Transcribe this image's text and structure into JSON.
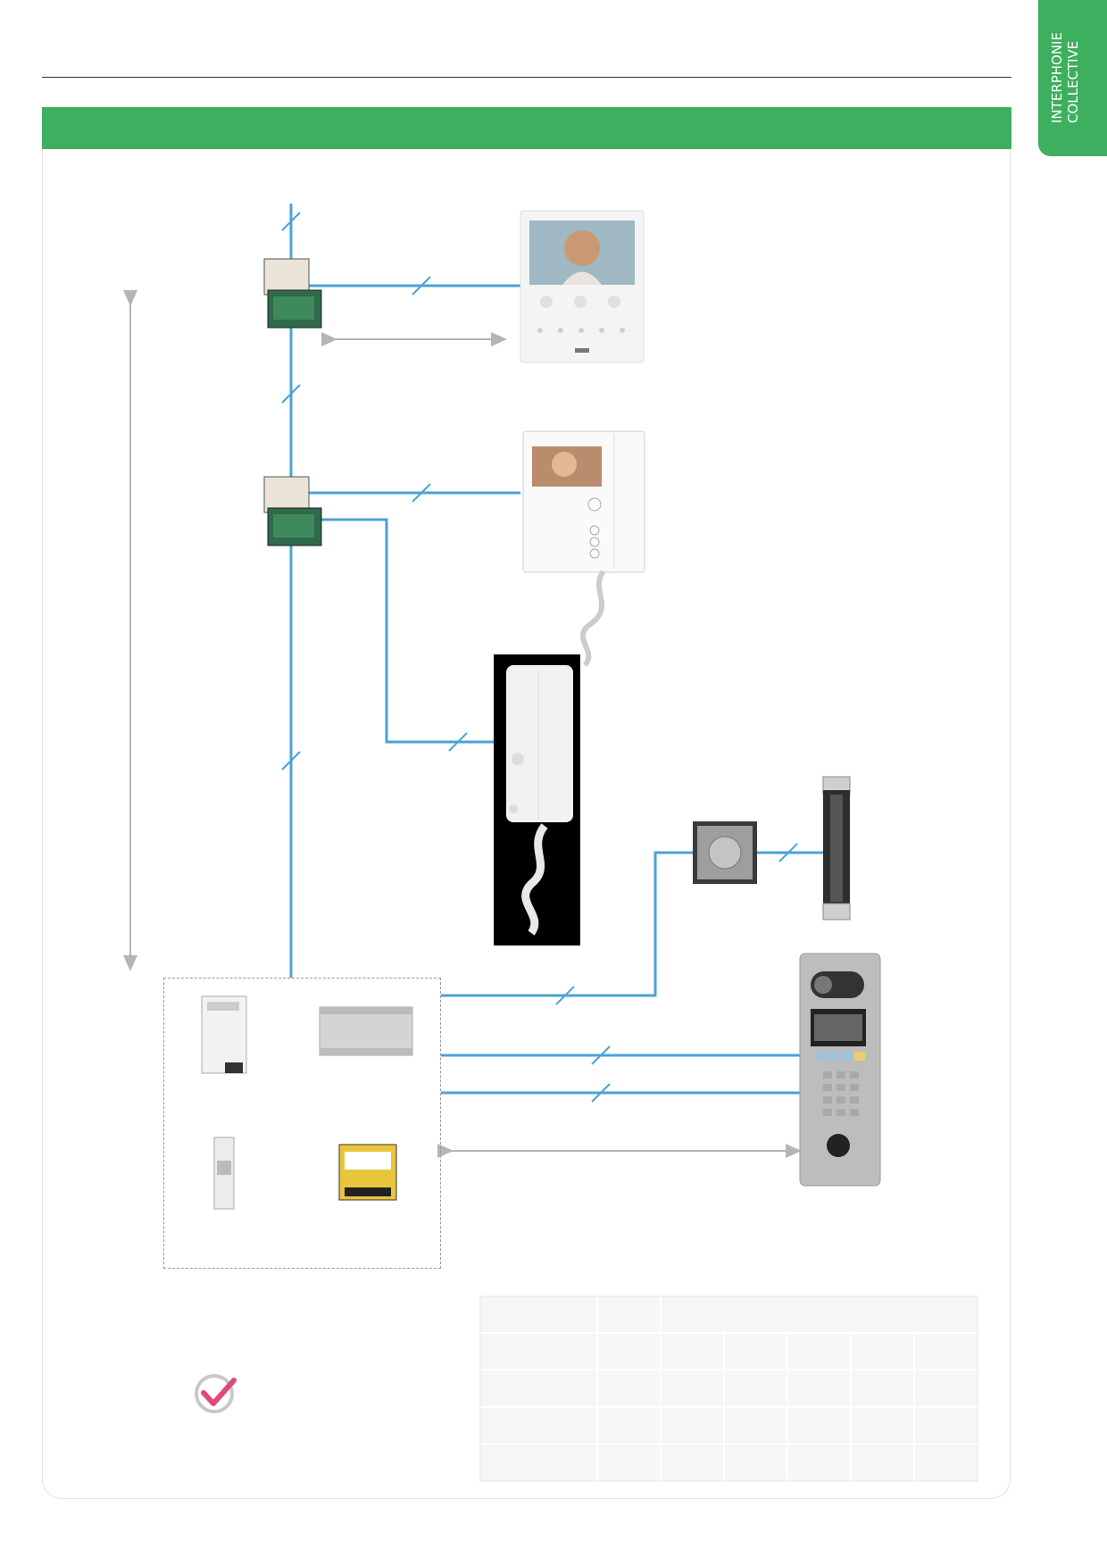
{
  "tab": {
    "label": "INTERPHONIE COLLECTIVE",
    "color": "#3daf5e"
  },
  "banner": {
    "title": "",
    "color": "#3daf5e"
  },
  "wire_color": "#4aa3d6",
  "table": {
    "rows": 5,
    "cols": 7,
    "header_cells": [
      "",
      "",
      ""
    ]
  },
  "check": {
    "color": "#e04a7a"
  }
}
